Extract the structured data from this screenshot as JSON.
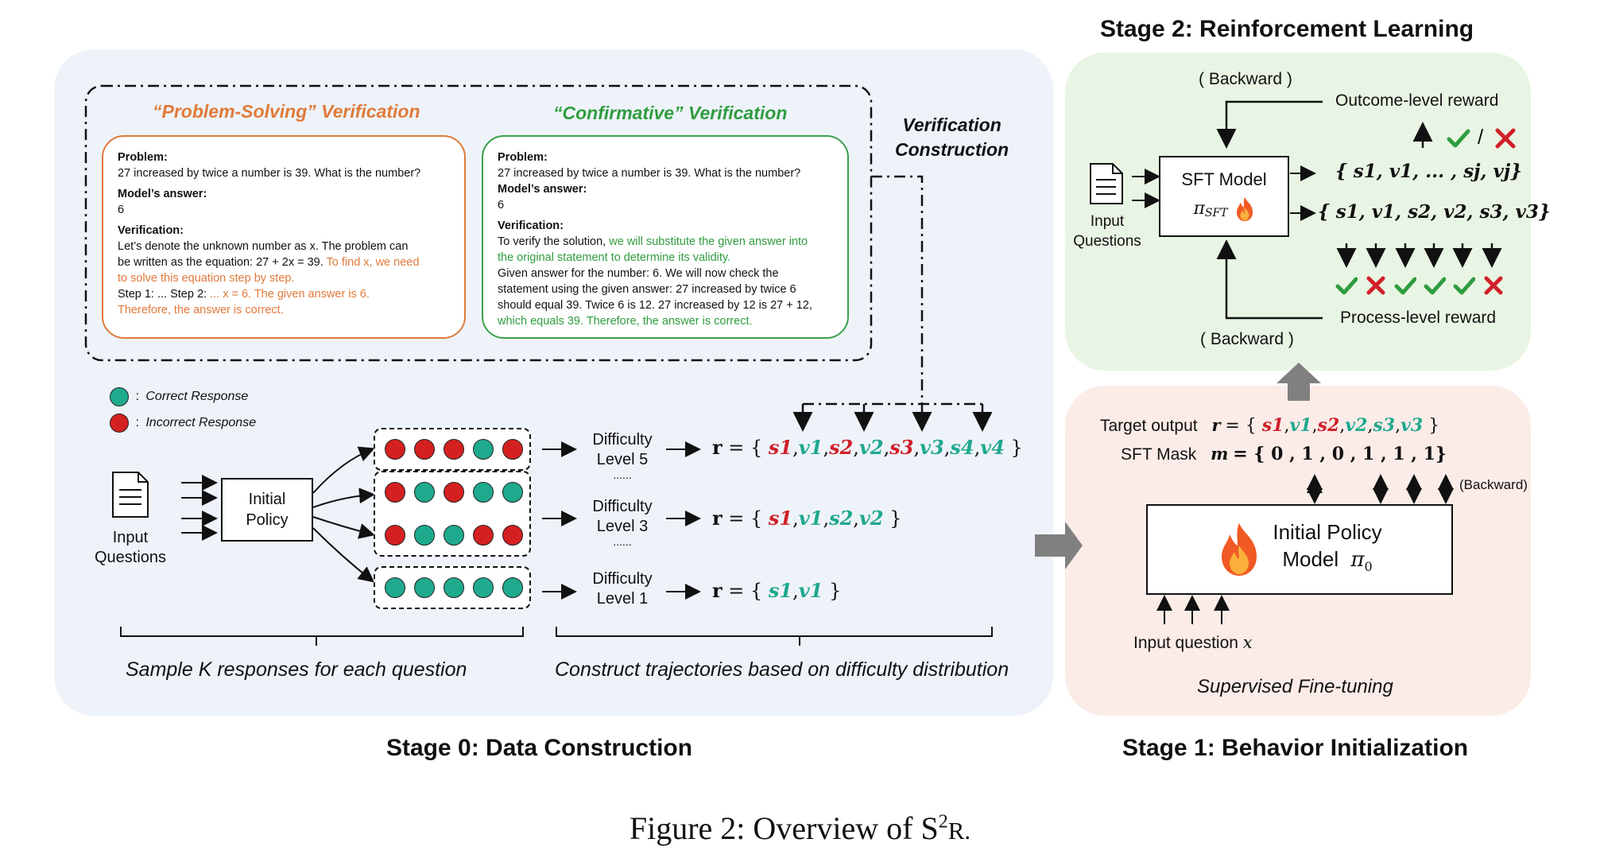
{
  "stage0": {
    "title": "Stage 0:  Data Construction",
    "problem_solving_title": "“Problem-Solving” Verification",
    "confirmative_title": "“Confirmative” Verification",
    "verification_construction": [
      "Verification",
      "Construction"
    ],
    "ps_box": {
      "problem_label": "Problem:",
      "problem_text": "27 increased by twice a number is 39. What is the number?",
      "answer_label": "Model’s answer:",
      "answer_text": "6",
      "verification_label": "Verification:",
      "v1": "Let’s denote the unknown number as x. The problem can",
      "v2a": "be written as the equation: 27 + 2x = 39. ",
      "v2b": "To find x, we need",
      "v3": "to solve this equation step by step.",
      "v4a": "Step 1: ... Step 2: ",
      "v4b": "... x = 6. The given answer is 6.",
      "v5": "Therefore, the answer is correct."
    },
    "conf_box": {
      "problem_label": "Problem:",
      "problem_text": "27 increased by twice a number is 39. What is the number?",
      "answer_label": "Model’s answer:",
      "answer_text": "6",
      "verification_label": "Verification:",
      "v1a": "To verify the solution, ",
      "v1b": "we will substitute the given answer into",
      "v2": "the original statement to determine its validity.",
      "v3": "Given answer for the number: 6. We will now check the",
      "v4": "statement using the given answer: 27 increased by twice 6",
      "v5": "should equal 39. Twice 6 is 12. 27 increased by 12 is 27 + 12,",
      "v6": "which equals 39. Therefore, the answer is correct."
    },
    "legend_correct": "Correct Response",
    "legend_incorrect": "Incorrect Response",
    "legend_colon": ":",
    "input_questions": [
      "Input",
      "Questions"
    ],
    "initial_policy": [
      "Initial",
      "Policy"
    ],
    "sample_groups": [
      [
        "incorrect",
        "incorrect",
        "incorrect",
        "correct",
        "incorrect"
      ],
      [
        "incorrect",
        "correct",
        "incorrect",
        "correct",
        "correct"
      ],
      [
        "incorrect",
        "correct",
        "correct",
        "incorrect",
        "incorrect"
      ],
      [
        "correct",
        "correct",
        "correct",
        "correct",
        "correct"
      ]
    ],
    "levels": [
      {
        "line1": "Difficulty",
        "line2": "Level 5"
      },
      {
        "line1": "Difficulty",
        "line2": "Level 3"
      },
      {
        "line1": "Difficulty",
        "line2": "Level 1"
      }
    ],
    "ellipsis": "......",
    "r5": [
      [
        "s1",
        "red"
      ],
      [
        "v1",
        "teal"
      ],
      [
        "s2",
        "red"
      ],
      [
        "v2",
        "teal"
      ],
      [
        "s3",
        "red"
      ],
      [
        "v3",
        "teal"
      ],
      [
        "s4",
        "teal"
      ],
      [
        "v4",
        "teal"
      ]
    ],
    "r3": [
      [
        "s1",
        "red"
      ],
      [
        "v1",
        "teal"
      ],
      [
        "s2",
        "teal"
      ],
      [
        "v2",
        "teal"
      ]
    ],
    "r1": [
      [
        "s1",
        "teal"
      ],
      [
        "v1",
        "teal"
      ]
    ],
    "r_prefix": "r",
    "sample_label": "Sample  K  responses for each question",
    "construct_label": "Construct trajectories based on difficulty distribution"
  },
  "stage1": {
    "title": "Stage 1: Behavior Initialization",
    "target_output_label": "Target output",
    "target_output_var": "r",
    "target_seq": [
      [
        "s1",
        "red"
      ],
      [
        "v1",
        "teal"
      ],
      [
        "s2",
        "red"
      ],
      [
        "v2",
        "teal"
      ],
      [
        "s3",
        "teal"
      ],
      [
        "v3",
        "teal"
      ]
    ],
    "sft_mask_label": "SFT  Mask",
    "sft_mask_var": "m",
    "sft_mask_values": [
      "0",
      "1",
      "0",
      "1",
      "1",
      "1"
    ],
    "backward": "(Backward)",
    "model_line1": "Initial Policy",
    "model_line2": "Model",
    "model_symbol": "π",
    "model_sub": "0",
    "input_question": "Input question",
    "input_var": "x",
    "subtitle": "Supervised Fine-tuning"
  },
  "stage2": {
    "title": "Stage 2: Reinforcement Learning",
    "backward_top": "( Backward )",
    "backward_bottom": "( Backward )",
    "outcome_reward": "Outcome-level reward",
    "process_reward": "Process-level reward",
    "input_questions": [
      "Input",
      "Questions"
    ],
    "sft_model": "SFT Model",
    "sft_symbol": "π",
    "sft_sub": "SFT",
    "seq_a": "{ s1, v1, ... , sj, vj}",
    "seq_b": "{ s1, v1, s2, v2, s3, v3}",
    "slash": "/",
    "process_marks": [
      "check",
      "cross",
      "check",
      "check",
      "check",
      "cross"
    ]
  },
  "caption": {
    "prefix": "Figure 2: Overview of S",
    "sup": "2",
    "suffix": "R."
  },
  "colors": {
    "orange": "#e07a3a",
    "green": "#2f9c3f",
    "teal": "#1fa88f",
    "red": "#d0202a",
    "panel_blue": "#eef3f9",
    "panel_pink": "#fbece8",
    "panel_green": "#e9f5e4"
  }
}
